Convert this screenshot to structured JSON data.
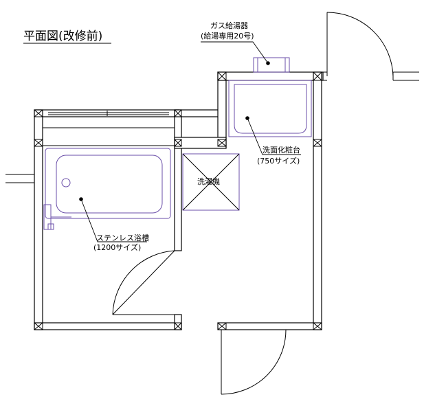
{
  "title": "平面図(改修前)",
  "labels": {
    "gas_heater": [
      "ガス給湯器",
      "(給湯専用20号)"
    ],
    "vanity": [
      "洗面化粧台",
      "(750サイズ)"
    ],
    "washer": "洗濯機",
    "bathtub": [
      "ステンレス浴槽",
      "(1200サイズ)"
    ]
  },
  "colors": {
    "line": "#000000",
    "fixture": "#6a4ea8"
  }
}
